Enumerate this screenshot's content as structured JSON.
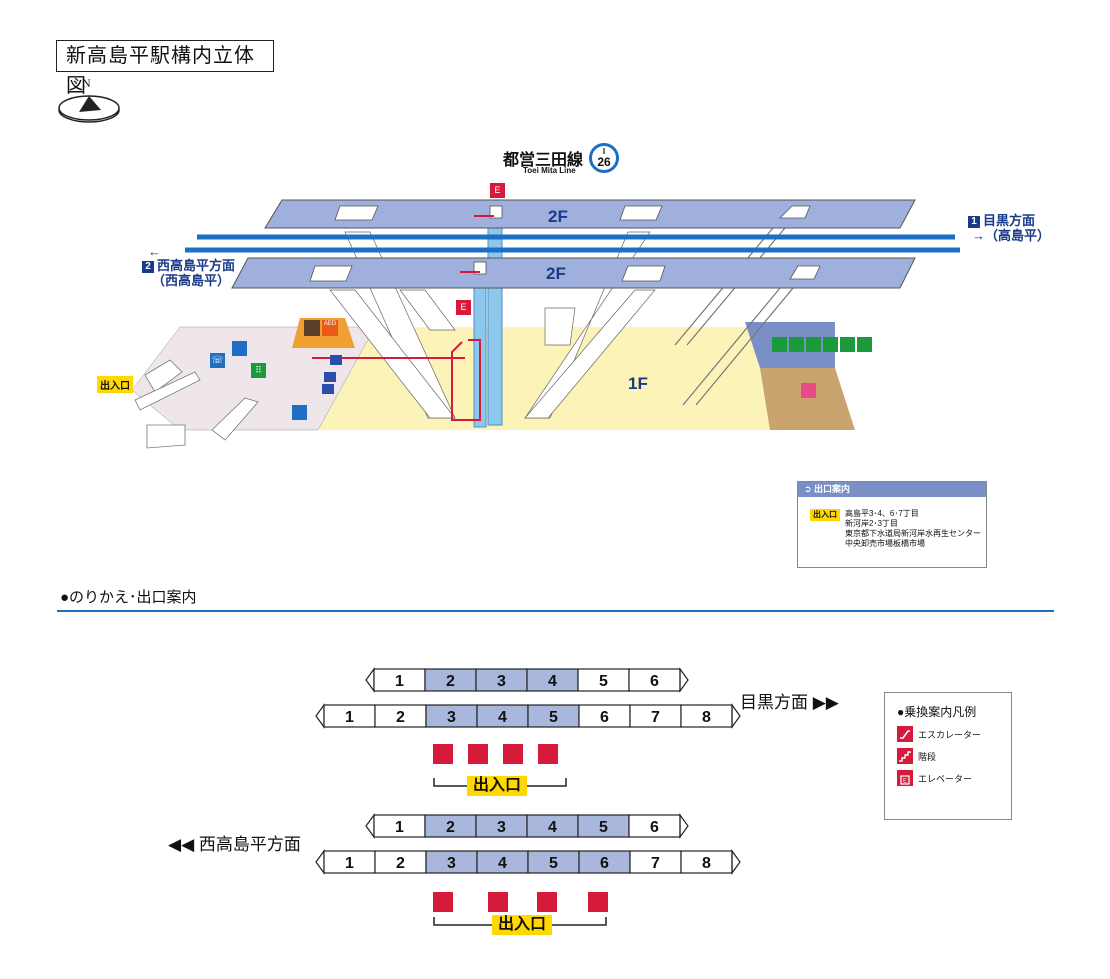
{
  "title": "新高島平駅構内立体図",
  "compass_label": "N",
  "line": {
    "name_ja": "都営三田線",
    "name_en": "Toei Mita Line",
    "code_letter": "I",
    "code_number": "26",
    "color": "#1d6fc4"
  },
  "directions": {
    "east": {
      "num": "1",
      "name": "目黒方面",
      "sub": "（高島平）"
    },
    "west": {
      "num": "2",
      "name": "西高島平方面",
      "sub": "（西高島平）"
    }
  },
  "floors": {
    "upper_a": "2F",
    "upper_b": "2F",
    "ground": "1F"
  },
  "exit_label": "出入口",
  "aed_label": "AED",
  "exit_guide": {
    "header": "出口案内",
    "tag": "出入口",
    "lines": [
      "高島平3･4、6･7丁目",
      "新河岸2･3丁目",
      "東京都下水道局新河岸水再生センター",
      "中央卸売市場板橋市場"
    ]
  },
  "transfer_section": {
    "title": "●のりかえ･出口案内",
    "east_direction": "目黒方面 ▶▶",
    "west_direction": "◀◀ 西高島平方面",
    "exit_label": "出入口",
    "car_numbers_6": [
      "1",
      "2",
      "3",
      "4",
      "5",
      "6"
    ],
    "car_numbers_8": [
      "1",
      "2",
      "3",
      "4",
      "5",
      "6",
      "7",
      "8"
    ],
    "east_6_highlight": [
      "2",
      "3",
      "4"
    ],
    "east_8_highlight": [
      "3",
      "4",
      "5"
    ],
    "west_6_highlight": [
      "2",
      "3",
      "4",
      "5"
    ],
    "west_8_highlight": [
      "3",
      "4",
      "5",
      "6"
    ],
    "east_icons": [
      "stairs-icon",
      "elevator-icon",
      "stairs-icon",
      "escalator-icon"
    ],
    "west_icons": [
      "stairs-icon",
      "elevator-icon",
      "stairs-icon",
      "escalator-icon"
    ]
  },
  "legend": {
    "title": "●乗換案内凡例",
    "items": [
      {
        "icon": "escalator-icon",
        "label": "エスカレーター"
      },
      {
        "icon": "stairs-icon",
        "label": "階段"
      },
      {
        "icon": "elevator-icon",
        "label": "エレベーター"
      }
    ]
  },
  "colors": {
    "platform": "#9fb0dd",
    "concourse": "#fbf3b8",
    "ticket_area": "#efe6ec",
    "pictogram_red": "#d61a3c",
    "pictogram_green": "#1a9a3a",
    "exit_yellow": "#ffd800",
    "car_highlight": "#a9b7dc"
  }
}
